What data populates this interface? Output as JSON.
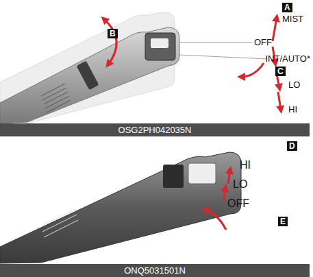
{
  "diagram": {
    "nodes": [
      {
        "text": [
          "A"
        ]
      },
      {
        "text": [
          "B"
        ]
      },
      {
        "text": [
          "C"
        ]
      },
      {
        "text": [
          "OSG2PH042035N"
        ]
      },
      {
        "text": [
          "D"
        ]
      },
      {
        "text": [
          "E"
        ]
      },
      {
        "text": [
          "ONQ5031501N"
        ]
      }
    ],
    "labels": [
      "MIST",
      "OFF",
      "INT/AUTO*",
      "LO",
      "HI",
      "HI",
      "LO",
      "OFF"
    ]
  }
}
